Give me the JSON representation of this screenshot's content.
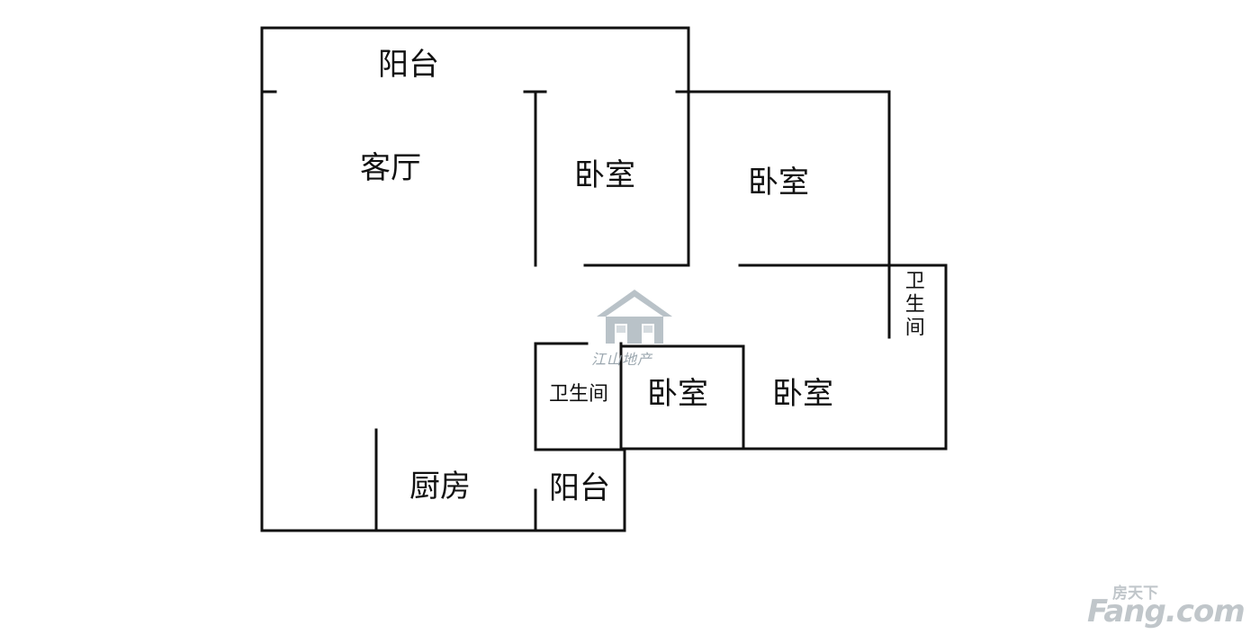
{
  "rooms": {
    "balcony_top": "阳台",
    "living_room": "客厅",
    "bedroom_1": "卧室",
    "bedroom_2": "卧室",
    "bedroom_3": "卧室",
    "bedroom_4": "卧室",
    "bathroom_small": "卫生间",
    "bathroom_vertical": "卫生间",
    "kitchen": "厨房",
    "balcony_bottom": "阳台"
  },
  "watermarks": {
    "agency_name": "江山地产",
    "site_cn": "房天下",
    "site_en": "Fang.com"
  },
  "colors": {
    "wall": "#111111",
    "watermark": "#c0c6ca"
  },
  "icons": {
    "agency_logo": "house-icon"
  }
}
